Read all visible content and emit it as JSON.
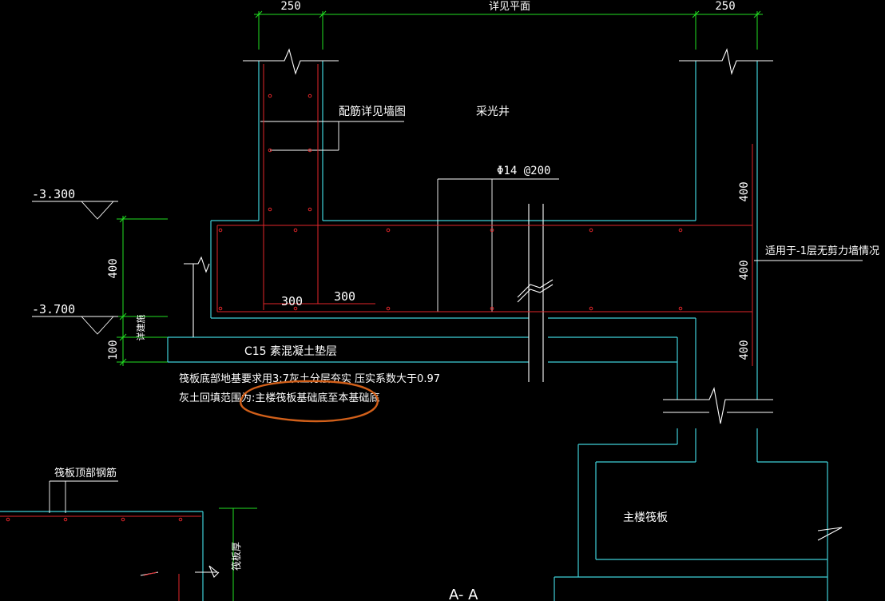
{
  "colors": {
    "background": "#000000",
    "concrete_outline": "#3fd0d8",
    "rebar": "#e2262a",
    "dimension": "#22e022",
    "leader": "#ffffff",
    "text": "#ffffff",
    "annotation": "#d2601a"
  },
  "dimensions": {
    "top_left_width": "250",
    "top_middle": "详见平面",
    "top_right_width": "250",
    "left_slab_thickness": "400",
    "left_cushion": "100",
    "rebar_spacing_left": "300",
    "rebar_spacing_right": "300",
    "right_segment_1": "400",
    "right_segment_2": "400",
    "right_segment_3": "400"
  },
  "elevations": {
    "upper": "-3.300",
    "lower": "-3.700"
  },
  "labels": {
    "rebar_note": "配筋详见墙图",
    "lightwell": "采光井",
    "rebar_spec": "Φ14 @200",
    "applicability": "适用于-1层无剪力墙情况",
    "cushion_layer": "C15 素混凝土垫层",
    "soil_note_line1": "筏板底部地基要求用3:7灰土分层夯实 压实系数大于0.97",
    "soil_note_line2": "灰土回填范围为:主楼筏板基础底至本基础底",
    "left_vertical_note": "详建施",
    "raft_top_rebar": "筏板顶部钢筋",
    "raft_thickness_note": "筏板厚",
    "main_raft": "主楼筏板",
    "section_title": "A- A"
  }
}
